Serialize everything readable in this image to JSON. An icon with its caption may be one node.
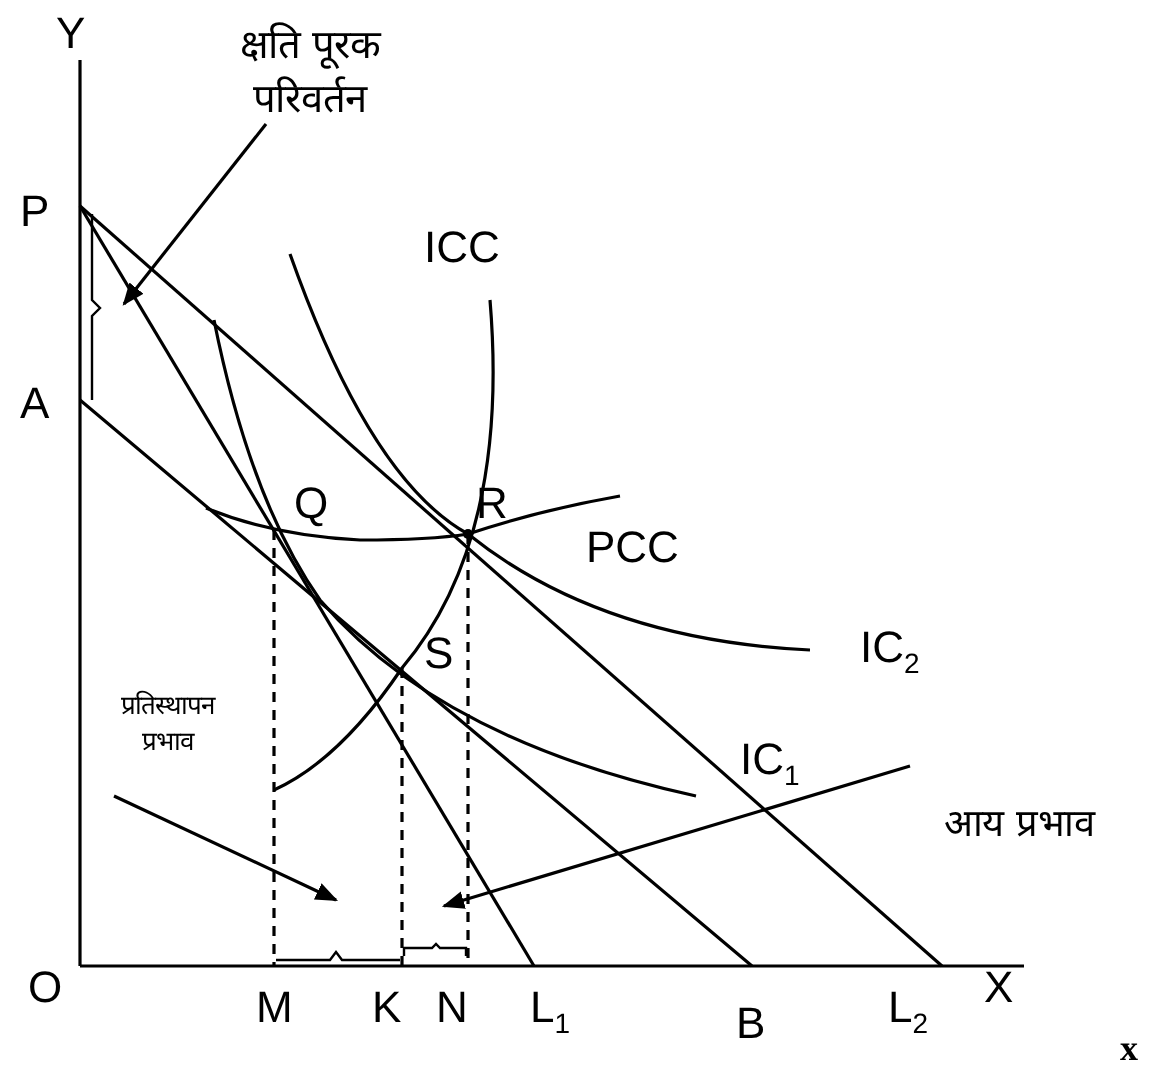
{
  "diagram": {
    "nodes": [
      {
        "text": [
          "क्षति पूरक परिवर्तन"
        ]
      },
      {
        "text": [
          "प्रतिस्थापन प्रभाव"
        ]
      },
      {
        "text": [
          "आय प्रभाव"
        ]
      }
    ],
    "edges": [
      {
        "from": 0,
        "to": null,
        "arrow": "to"
      },
      {
        "from": 1,
        "to": null,
        "arrow": "to"
      },
      {
        "from": 2,
        "to": null,
        "arrow": "to"
      }
    ],
    "labels": [
      "Y",
      "P",
      "ICC",
      "A",
      "Q",
      "R",
      "PCC",
      "S",
      "IC$_{2}$",
      "IC$_{1}$",
      "O",
      "M",
      "K",
      "N",
      "L$_{1}$",
      "B",
      "L$_{2}$",
      "X",
      "x"
    ]
  }
}
